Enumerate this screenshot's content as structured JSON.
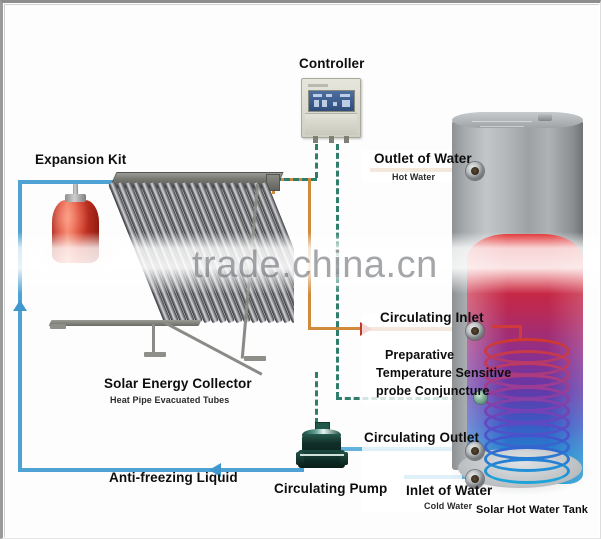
{
  "diagram": {
    "title_watermark": "trade.china.cn",
    "labels": {
      "controller": "Controller",
      "expansion_kit": "Expansion Kit",
      "solar_collector": "Solar Energy Collector",
      "solar_collector_sub": "Heat Pipe Evacuated Tubes",
      "anti_freezing": "Anti-freezing Liquid",
      "circulating_pump": "Circulating Pump",
      "outlet_of_water": "Outlet of Water",
      "outlet_of_water_sub": "Hot Water",
      "circulating_inlet": "Circulating Inlet",
      "probe_line1": "Preparative",
      "probe_line2": "Temperature Sensitive",
      "probe_line3": "probe Conjuncture",
      "circulating_outlet": "Circulating Outlet",
      "inlet_of_water": "Inlet of Water",
      "inlet_of_water_sub": "Cold Water",
      "tank": "Solar Hot Water Tank"
    },
    "colors": {
      "pipe_cold": "#4ea3d4",
      "pipe_hot": "#d18a3c",
      "sensor_wire": "#2f7d6b",
      "expansion_tank": "#d8402c",
      "arrow_hot": "#c0392b",
      "tank_hot_top": "#e02828",
      "tank_cold_bottom": "#1a9ad6",
      "coil": "#cf3a3a",
      "background": "#fdfdfd",
      "frame": "#8d8d8d"
    },
    "components": {
      "collector_tube_count": 20,
      "coil_turn_count": 11
    }
  }
}
